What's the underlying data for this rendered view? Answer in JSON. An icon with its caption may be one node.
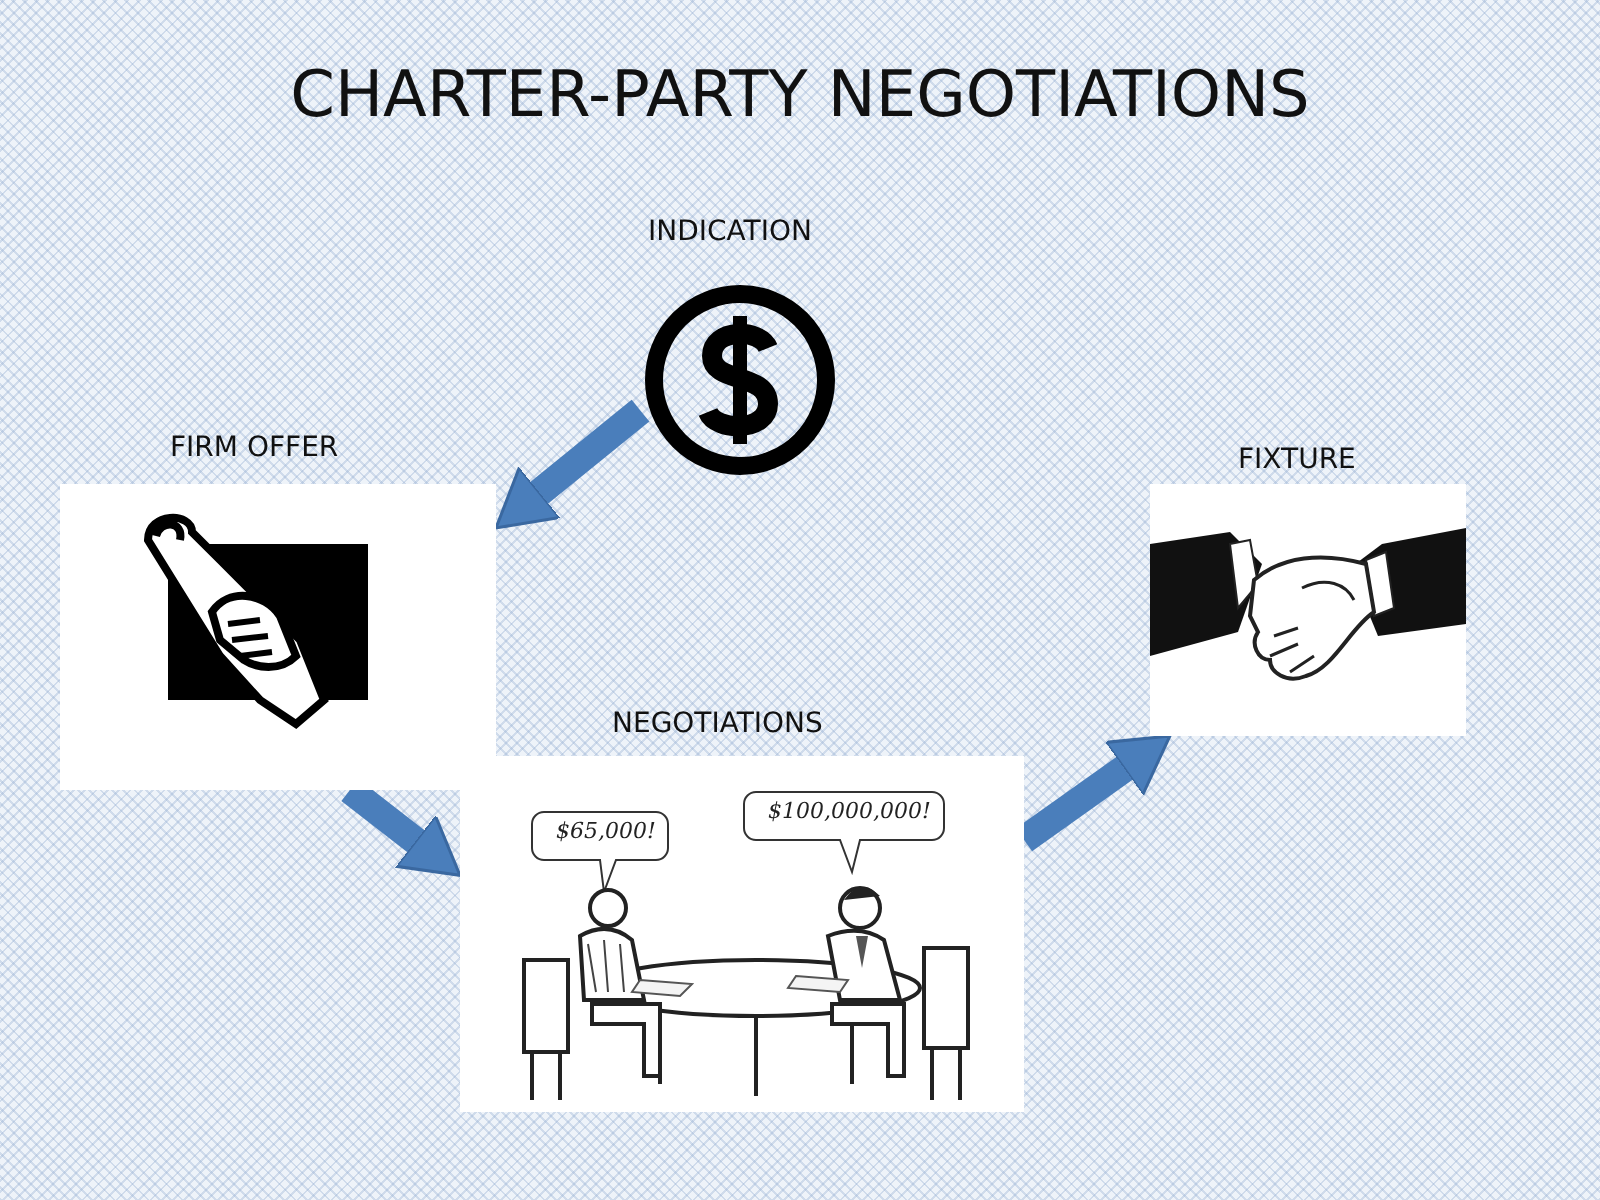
{
  "diagram": {
    "title": "CHARTER-PARTY NEGOTIATIONS",
    "nodes": [
      {
        "text": [
          "INDICATION"
        ]
      },
      {
        "text": [
          "FIRM OFFER"
        ]
      },
      {
        "text": [
          "NEGOTIATIONS"
        ]
      },
      {
        "text": [
          "FIXTURE"
        ]
      }
    ],
    "edges": [
      {
        "from": 0,
        "to": 1,
        "arrow": "to"
      },
      {
        "from": 1,
        "to": 2,
        "arrow": "to"
      },
      {
        "from": 2,
        "to": 3,
        "arrow": "to"
      }
    ],
    "labels": [
      "$65,000!",
      "$100,000,000!"
    ]
  }
}
